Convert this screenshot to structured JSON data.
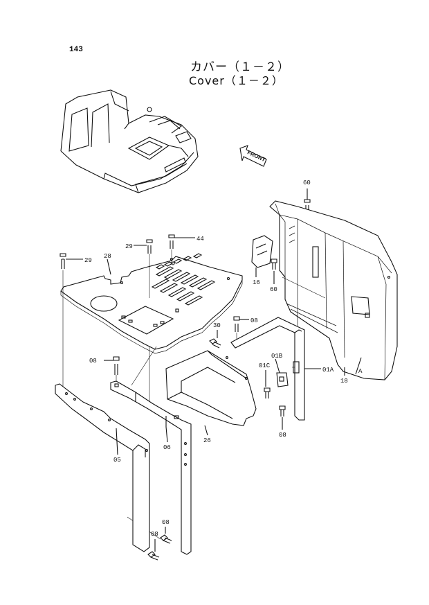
{
  "page_number": "143",
  "title_jp": "カバー（１－２）",
  "title_en": "Cover（１－２）",
  "front_label": "FRONT",
  "callouts": {
    "c60_top": "60",
    "c44": "44",
    "c29_a": "29",
    "c29_b": "29",
    "c28": "28",
    "c16": "16",
    "c60_mid": "60",
    "c30": "30",
    "c08_a": "08",
    "c08_b": "08",
    "c01B": "01B",
    "c01C": "01C",
    "c01A": "01A",
    "cA": "A",
    "c18": "18",
    "c26": "26",
    "c06": "06",
    "c05": "05",
    "c08_c": "08",
    "c08_d": "08",
    "c08_e": "08"
  }
}
